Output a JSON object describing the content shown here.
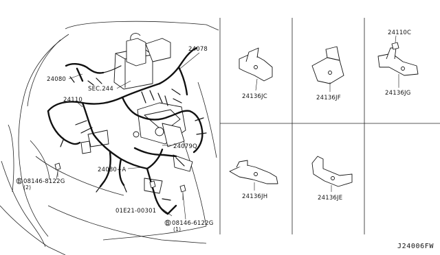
{
  "engine_callouts": {
    "main_harness": "24110",
    "engine_harness_a": "24080",
    "engine_harness_b": "24080+A",
    "bracket_harness": "24078",
    "harness_sub": "24079Q",
    "section_ref": "SEC.244",
    "bolt_left": "08146-8122G",
    "bolt_left_qty": "(2)",
    "bolt_left_symbol": "B",
    "bolt_right": "08146-6122G",
    "bolt_right_qty": "(1)",
    "bolt_right_symbol": "B",
    "bolt_mid": "01E21-00301"
  },
  "parts": [
    {
      "id": "jc",
      "label": "24136JC"
    },
    {
      "id": "jf",
      "label": "24136JF"
    },
    {
      "id": "jg",
      "label": "24136JG",
      "extra": "24110C"
    },
    {
      "id": "jh",
      "label": "24136JH"
    },
    {
      "id": "je",
      "label": "24136JE"
    }
  ],
  "diagram_code": "J24006FW"
}
